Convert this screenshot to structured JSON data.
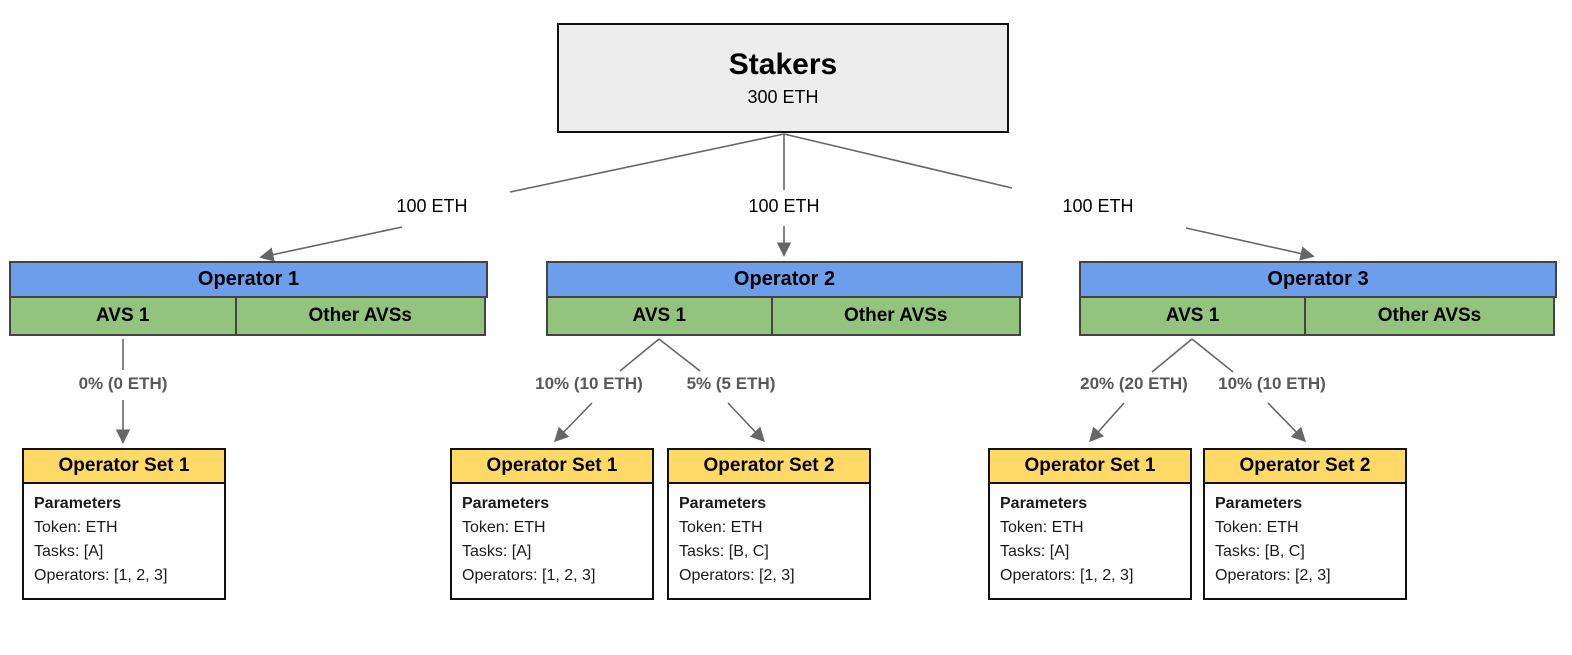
{
  "colors": {
    "operator_blue": "#6d9eeb",
    "avs_green": "#93c47d",
    "set_yellow": "#ffd966",
    "stakers_gray": "#ededed",
    "edge_gray": "#666666",
    "alloc_label_gray": "#595959"
  },
  "stakers": {
    "title": "Stakers",
    "amount": "300 ETH"
  },
  "stake_labels": [
    "100 ETH",
    "100 ETH",
    "100 ETH"
  ],
  "operators": [
    {
      "name": "Operator 1",
      "avs": "AVS 1",
      "other": "Other AVSs",
      "allocations": [
        {
          "label": "0% (0 ETH)",
          "set": {
            "title": "Operator Set 1",
            "heading": "Parameters",
            "token": "Token: ETH",
            "tasks": "Tasks: [A]",
            "operators": "Operators: [1, 2, 3]"
          }
        }
      ]
    },
    {
      "name": "Operator 2",
      "avs": "AVS 1",
      "other": "Other AVSs",
      "allocations": [
        {
          "label": "10% (10 ETH)",
          "set": {
            "title": "Operator Set 1",
            "heading": "Parameters",
            "token": "Token: ETH",
            "tasks": "Tasks: [A]",
            "operators": "Operators: [1, 2, 3]"
          }
        },
        {
          "label": "5% (5 ETH)",
          "set": {
            "title": "Operator Set 2",
            "heading": "Parameters",
            "token": "Token: ETH",
            "tasks": "Tasks: [B, C]",
            "operators": "Operators: [2, 3]"
          }
        }
      ]
    },
    {
      "name": "Operator 3",
      "avs": "AVS 1",
      "other": "Other AVSs",
      "allocations": [
        {
          "label": "20% (20 ETH)",
          "set": {
            "title": "Operator Set 1",
            "heading": "Parameters",
            "token": "Token: ETH",
            "tasks": "Tasks: [A]",
            "operators": "Operators: [1, 2, 3]"
          }
        },
        {
          "label": "10% (10 ETH)",
          "set": {
            "title": "Operator Set 2",
            "heading": "Parameters",
            "token": "Token: ETH",
            "tasks": "Tasks: [B, C]",
            "operators": "Operators: [2, 3]"
          }
        }
      ]
    }
  ]
}
